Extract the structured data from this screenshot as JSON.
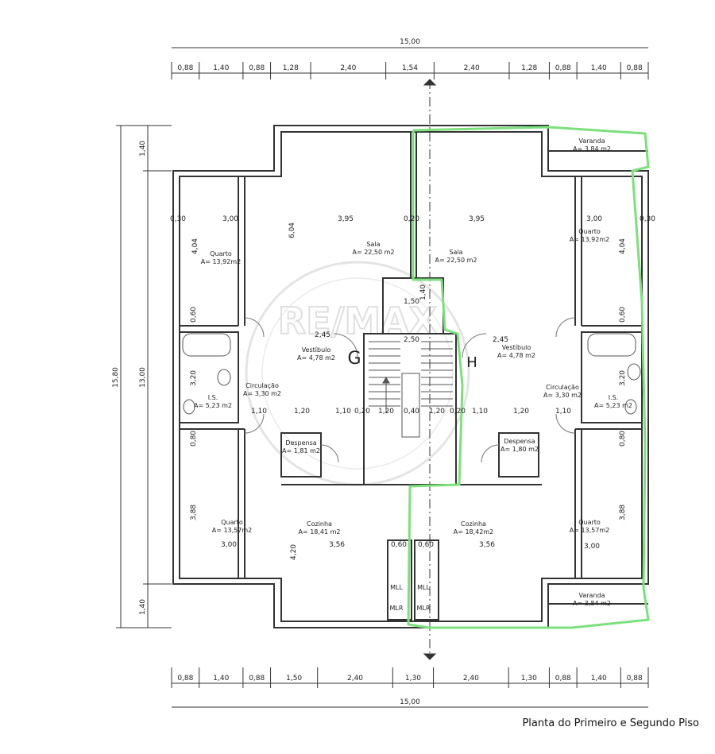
{
  "title": "Planta do Primeiro e Segundo Piso",
  "overall_width": "15,00",
  "overall_depth": "15,80",
  "inner_depth": "13,00",
  "top_dims": [
    "0,88",
    "1,40",
    "0,88",
    "1,28",
    "2,40",
    "1,54",
    "2,40",
    "1,28",
    "0,88",
    "1,40",
    "0,88"
  ],
  "bottom_dims": [
    "0,88",
    "1,40",
    "0,88",
    "1,50",
    "2,40",
    "1,30",
    "2,40",
    "1,30",
    "0,88",
    "1,40",
    "0,88"
  ],
  "left_dims": [
    "1,40",
    "1,40"
  ],
  "interior_dims": {
    "d_030_l": "0,30",
    "d_300_l": "3,00",
    "d_395_l": "3,95",
    "d_020_a": "0,20",
    "d_395_r": "3,95",
    "d_300_r": "3,00",
    "d_030_r": "0,30",
    "d_404_l": "4,04",
    "d_404_r": "4,04",
    "d_604": "6,04",
    "d_150": "1,50",
    "d_140": "1,40",
    "d_250": "2,50",
    "d_245_l": "2,45",
    "d_245_r": "2,45",
    "d_060_l": "0,60",
    "d_060_r": "0,60",
    "d_080_l": "0,80",
    "d_080_r": "0,80",
    "d_110_a": "1,10",
    "d_110_b": "1,10",
    "d_020_b": "0,20",
    "d_120_a": "1,20",
    "d_040": "0,40",
    "d_120_b": "1,20",
    "d_020_c": "0,20",
    "d_110_c": "1,10",
    "d_110_d": "1,10",
    "d_120_c": "1,20",
    "d_120_d": "1,20",
    "d_388_l": "3,88",
    "d_388_r": "3,88",
    "d_420": "4,20",
    "d_356_l": "3,56",
    "d_356_r": "3,56",
    "d_300_bl": "3,00",
    "d_300_br": "3,00",
    "d_060_mll": "0,60",
    "d_060_mlr": "0,60",
    "d_320_l": "3,20",
    "d_320_r": "3,20"
  },
  "rooms": {
    "quarto_tl": {
      "name": "Quarto",
      "area": "A= 13,92m2"
    },
    "quarto_tr": {
      "name": "Quarto",
      "area": "A= 13,92m2"
    },
    "sala_l": {
      "name": "Sala",
      "area": "A= 22,50 m2"
    },
    "sala_r": {
      "name": "Sala",
      "area": "A= 22,50 m2"
    },
    "varanda_tr": {
      "name": "Varanda",
      "area": "A= 3,84 m2"
    },
    "varanda_br": {
      "name": "Varanda",
      "area": "A= 3,84 m2"
    },
    "vestibulo_l": {
      "name": "Vestíbulo",
      "area": "A= 4,78 m2"
    },
    "vestibulo_r": {
      "name": "Vestíbulo",
      "area": "A= 4,78 m2"
    },
    "circulacao_l": {
      "name": "Circulação",
      "area": "A= 3,30 m2"
    },
    "circulacao_r": {
      "name": "Circulação",
      "area": "A= 3,30 m2"
    },
    "is_l": {
      "name": "I.S.",
      "area": "A= 5,23 m2"
    },
    "is_r": {
      "name": "I.S.",
      "area": "A= 5,23 m2"
    },
    "despensa_l": {
      "name": "Despensa",
      "area": "A= 1,81 m2"
    },
    "despensa_r": {
      "name": "Despensa",
      "area": "A= 1,80 m2"
    },
    "quarto_bl": {
      "name": "Quarto",
      "area": "A= 13,57m2"
    },
    "quarto_br": {
      "name": "Quarto",
      "area": "A= 13,57m2"
    },
    "cozinha_l": {
      "name": "Cozinha",
      "area": "A= 18,41 m2"
    },
    "cozinha_r": {
      "name": "Cozinha",
      "area": "A= 18,42m2"
    }
  },
  "appliances": {
    "mll_a": "MLL",
    "mlr_a": "MLR",
    "mll_b": "MLL",
    "mlr_b": "MLR"
  },
  "markers": {
    "g": "G",
    "h": "H",
    "watermark": "RE/MAX"
  },
  "colors": {
    "highlight": "#7CE07C",
    "line": "#333333"
  }
}
